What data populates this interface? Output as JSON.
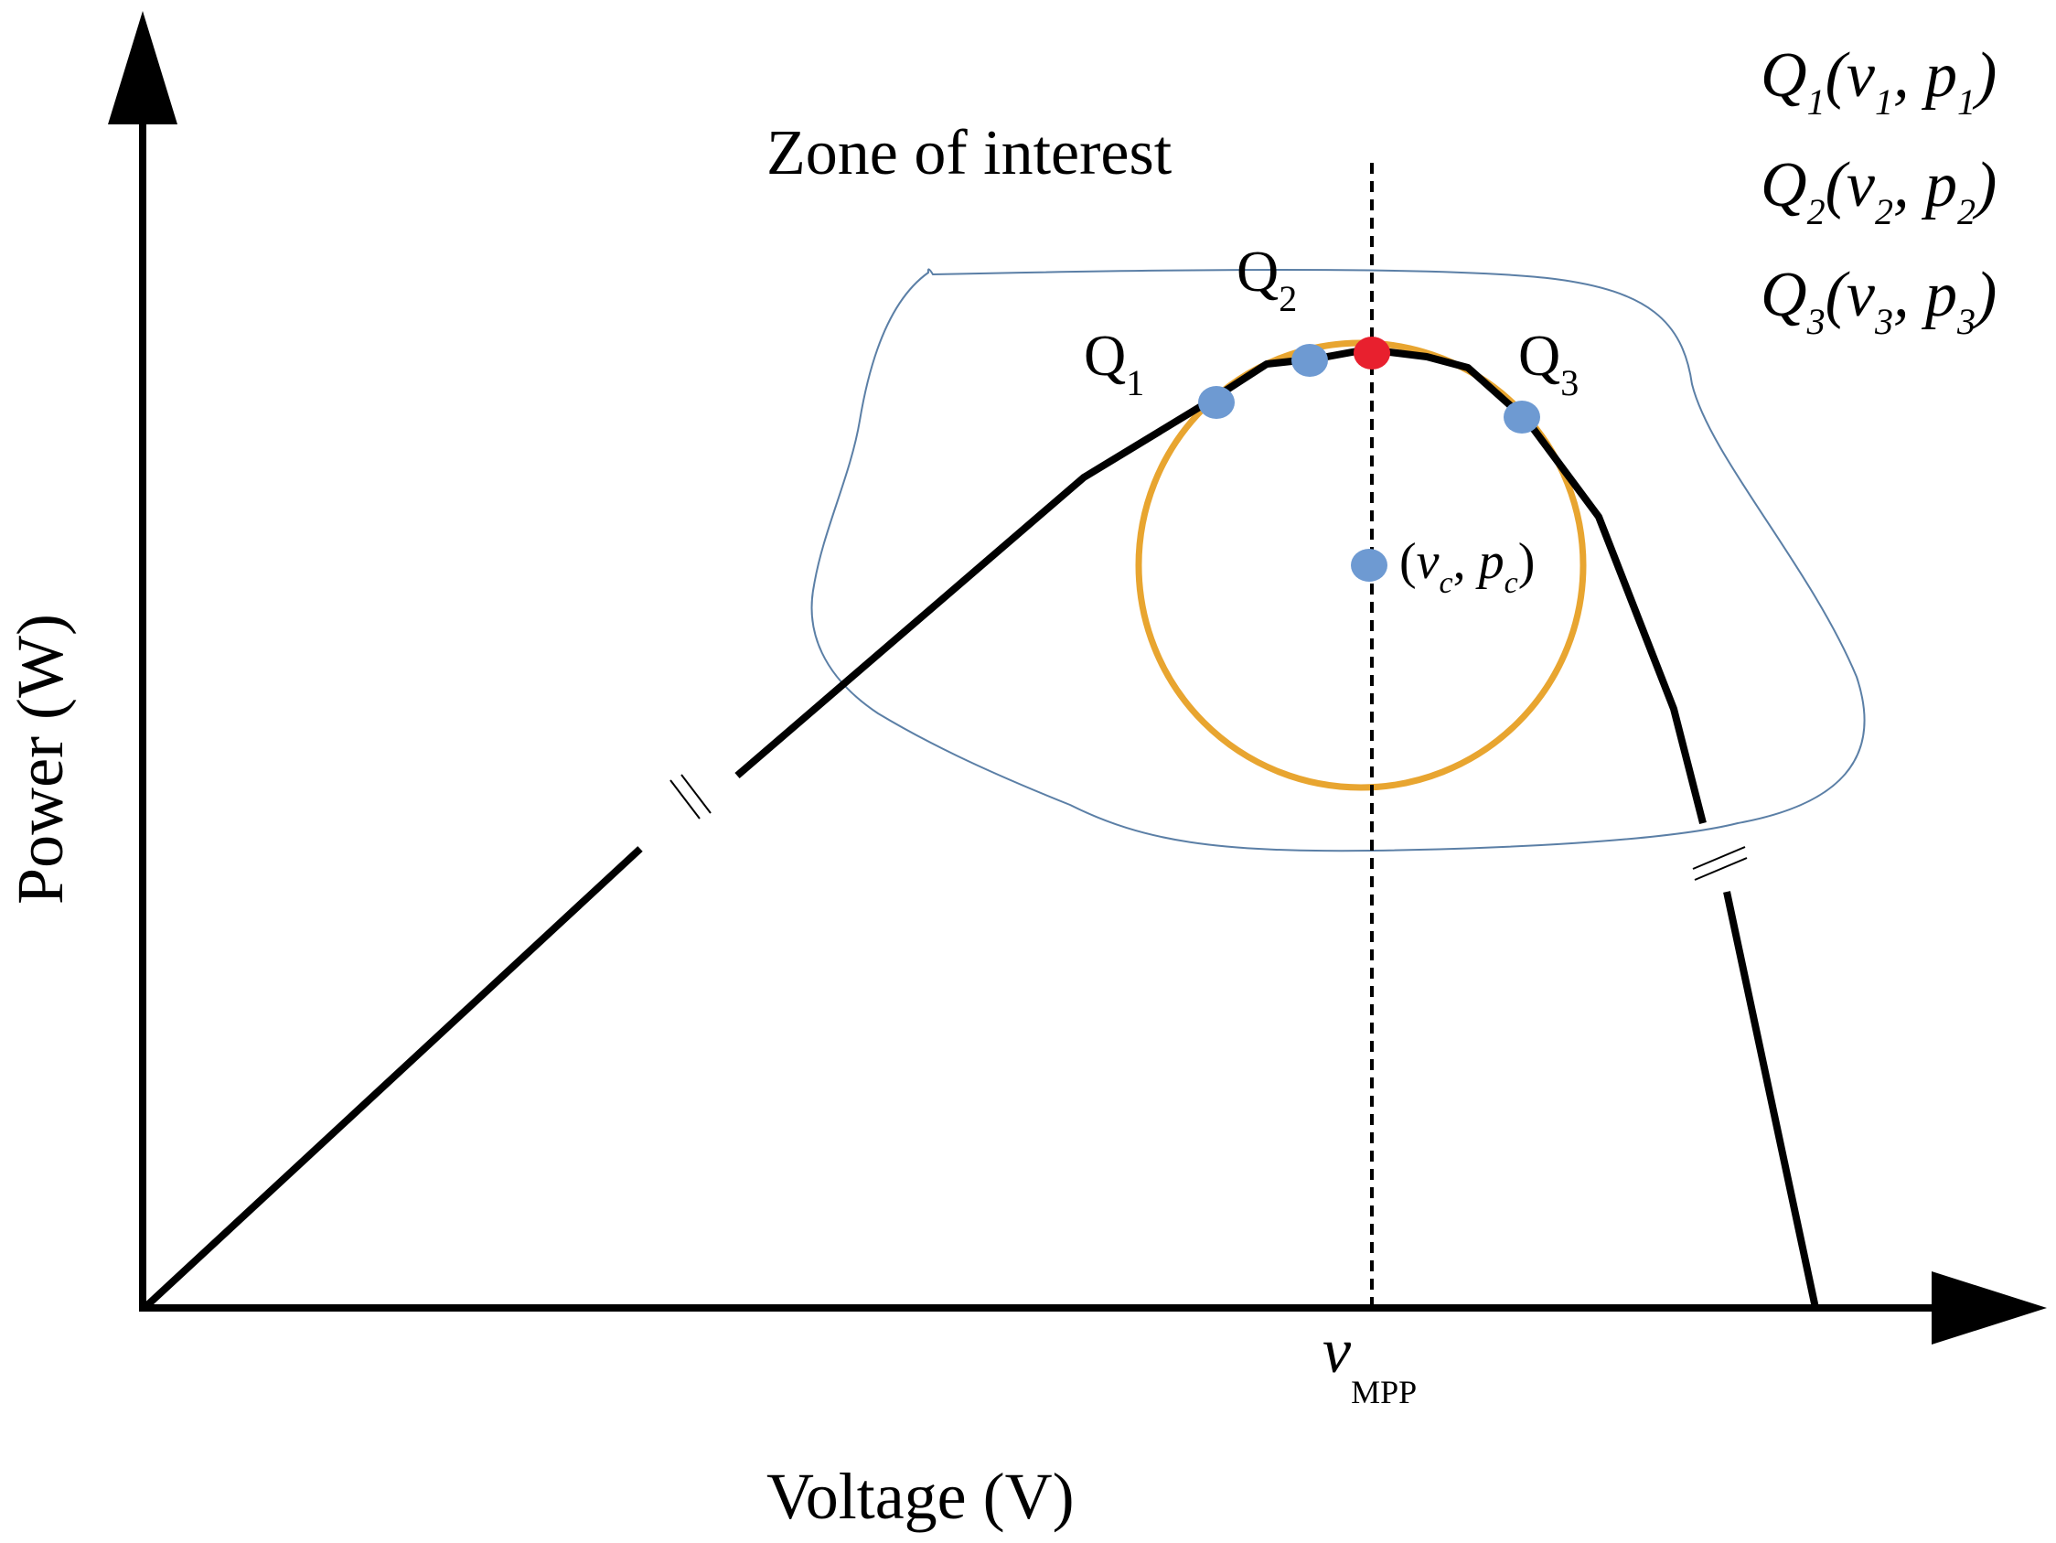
{
  "labels": {
    "y_axis": "Power (W)",
    "x_axis": "Voltage (V)",
    "zone": "Zone of interest",
    "vmpp_main": "v",
    "vmpp_sub": "MPP"
  },
  "points": {
    "q1": {
      "main": "Q",
      "sub": "1"
    },
    "q2": {
      "main": "Q",
      "sub": "2"
    },
    "q3": {
      "main": "Q",
      "sub": "3"
    },
    "center": {
      "open": "(",
      "v": "v",
      "v_sub": "c",
      "comma": ", ",
      "p": "p",
      "p_sub": "c",
      "close": ")"
    }
  },
  "legend": [
    {
      "q": "Q",
      "q_sub": "1",
      "open": "(",
      "v": "v",
      "v_sub": "1",
      "comma": ", ",
      "p": "p",
      "p_sub": "1",
      "close": ")"
    },
    {
      "q": "Q",
      "q_sub": "2",
      "open": "(",
      "v": "v",
      "v_sub": "2",
      "comma": ", ",
      "p": "p",
      "p_sub": "2",
      "close": ")"
    },
    {
      "q": "Q",
      "q_sub": "3",
      "open": "(",
      "v": "v",
      "v_sub": "3",
      "comma": ", ",
      "p": "p",
      "p_sub": "3",
      "close": ")"
    }
  ],
  "colors": {
    "curve": "#000000",
    "circle": "#E8A530",
    "zone_outline": "#5B7FA6",
    "sample_point": "#6E9AD2",
    "mpp_point": "#E8202E"
  }
}
